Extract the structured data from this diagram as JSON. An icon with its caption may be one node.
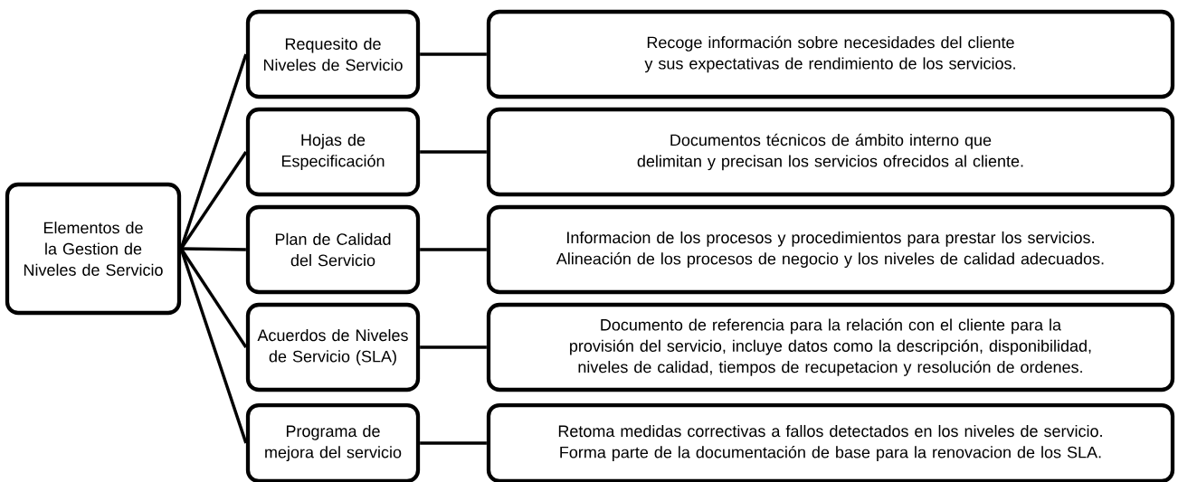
{
  "diagram": {
    "nodes": [
      {
        "text": [
          "Elementos de la Gestion de Niveles de Servicio"
        ]
      },
      {
        "text": [
          "Requesito de Niveles de Servicio"
        ]
      },
      {
        "text": [
          "Hojas de Especificación"
        ]
      },
      {
        "text": [
          "Plan de Calidad del Servicio"
        ]
      },
      {
        "text": [
          "Acuerdos de Niveles de Servicio (SLA)"
        ]
      },
      {
        "text": [
          "Programa de mejora del servicio"
        ]
      },
      {
        "text": [
          "Recoge información sobre necesidades del cliente y sus expectativas de rendimiento de los servicios."
        ]
      },
      {
        "text": [
          "Documentos técnicos de ámbito interno que delimitan y precisan los servicios ofrecidos al cliente."
        ]
      },
      {
        "text": [
          "Informacion de los procesos y procedimientos para prestar los servicios. Alineación de los procesos de negocio y los niveles de calidad adecuados."
        ]
      },
      {
        "text": [
          "Documento de referencia para la relación con el cliente para la provisión del servicio, incluye datos como la descripción, disponibilidad, niveles de calidad, tiempos de recupetacion y resolución de ordenes."
        ]
      },
      {
        "text": [
          "Retoma medidas correctivas a fallos detectados en los niveles de servicio. Forma parte de la documentación de base para la renovacion de los SLA."
        ]
      }
    ],
    "edges": [
      {
        "from": 0,
        "to": 1,
        "arrow": "none"
      },
      {
        "from": 0,
        "to": 2,
        "arrow": "none"
      },
      {
        "from": 0,
        "to": 3,
        "arrow": "none"
      },
      {
        "from": 0,
        "to": 4,
        "arrow": "none"
      },
      {
        "from": 0,
        "to": 5,
        "arrow": "none"
      },
      {
        "from": 1,
        "to": 6,
        "arrow": "none"
      },
      {
        "from": 2,
        "to": 7,
        "arrow": "none"
      },
      {
        "from": 3,
        "to": 8,
        "arrow": "none"
      },
      {
        "from": 4,
        "to": 9,
        "arrow": "none"
      },
      {
        "from": 5,
        "to": 10,
        "arrow": "none"
      }
    ]
  }
}
